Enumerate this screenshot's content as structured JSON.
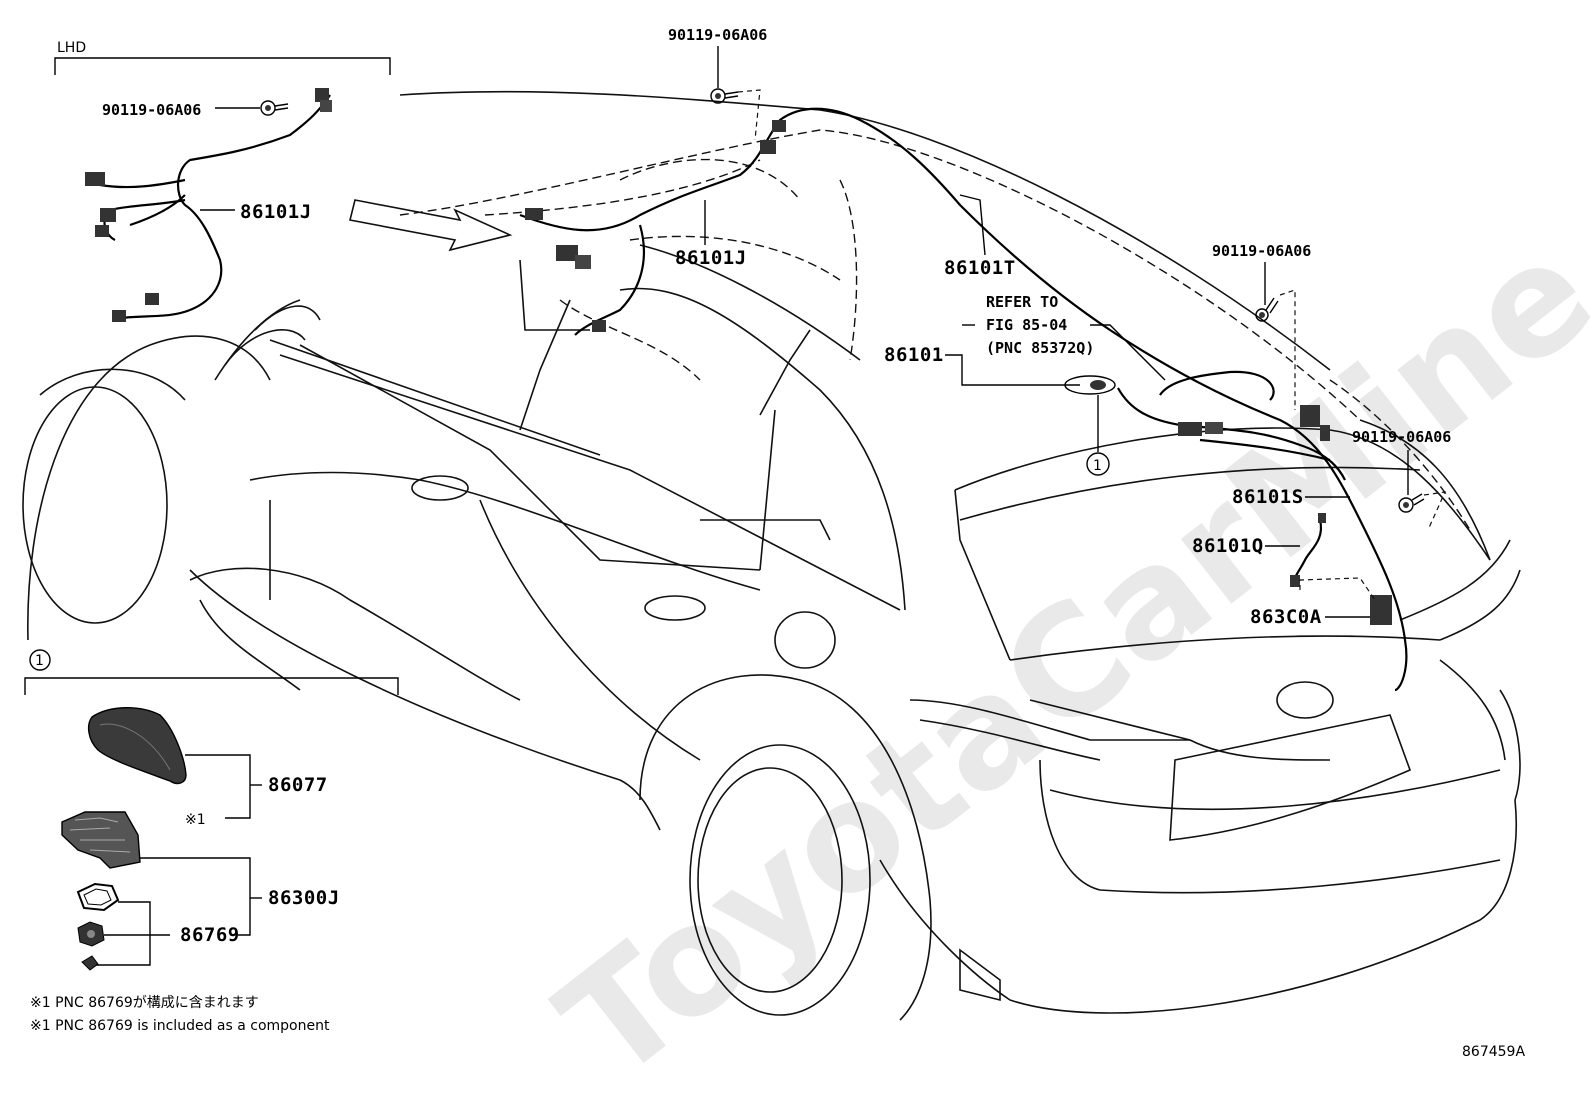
{
  "diagram": {
    "watermark": "ToyotaCarMine.ru",
    "section_labels": {
      "lhd": "LHD",
      "detail_ref": "1"
    },
    "part_labels": {
      "bolt_lhd": "90119-06A06",
      "harness_lhd": "86101J",
      "bolt_top": "90119-06A06",
      "harness_main": "86101J",
      "harness_roof": "86101T",
      "bolt_right": "90119-06A06",
      "antenna_cord": "86101",
      "bolt_rear": "90119-06A06",
      "harness_rear": "86101S",
      "harness_short": "86101Q",
      "amplifier": "863C0A",
      "antenna_cover": "86077",
      "antenna_assy": "86300J",
      "gasket_nut": "86769"
    },
    "refer_note": {
      "line1": "REFER TO",
      "line2": "FIG 85-04",
      "line3": "(PNC 85372Q)"
    },
    "callout_marker": "1",
    "note_mark": "※1",
    "footnotes": {
      "jp": "※1 PNC 86769が構成に含まれます",
      "en": "※1 PNC 86769 is included as a component"
    },
    "figure_id": "867459A"
  }
}
